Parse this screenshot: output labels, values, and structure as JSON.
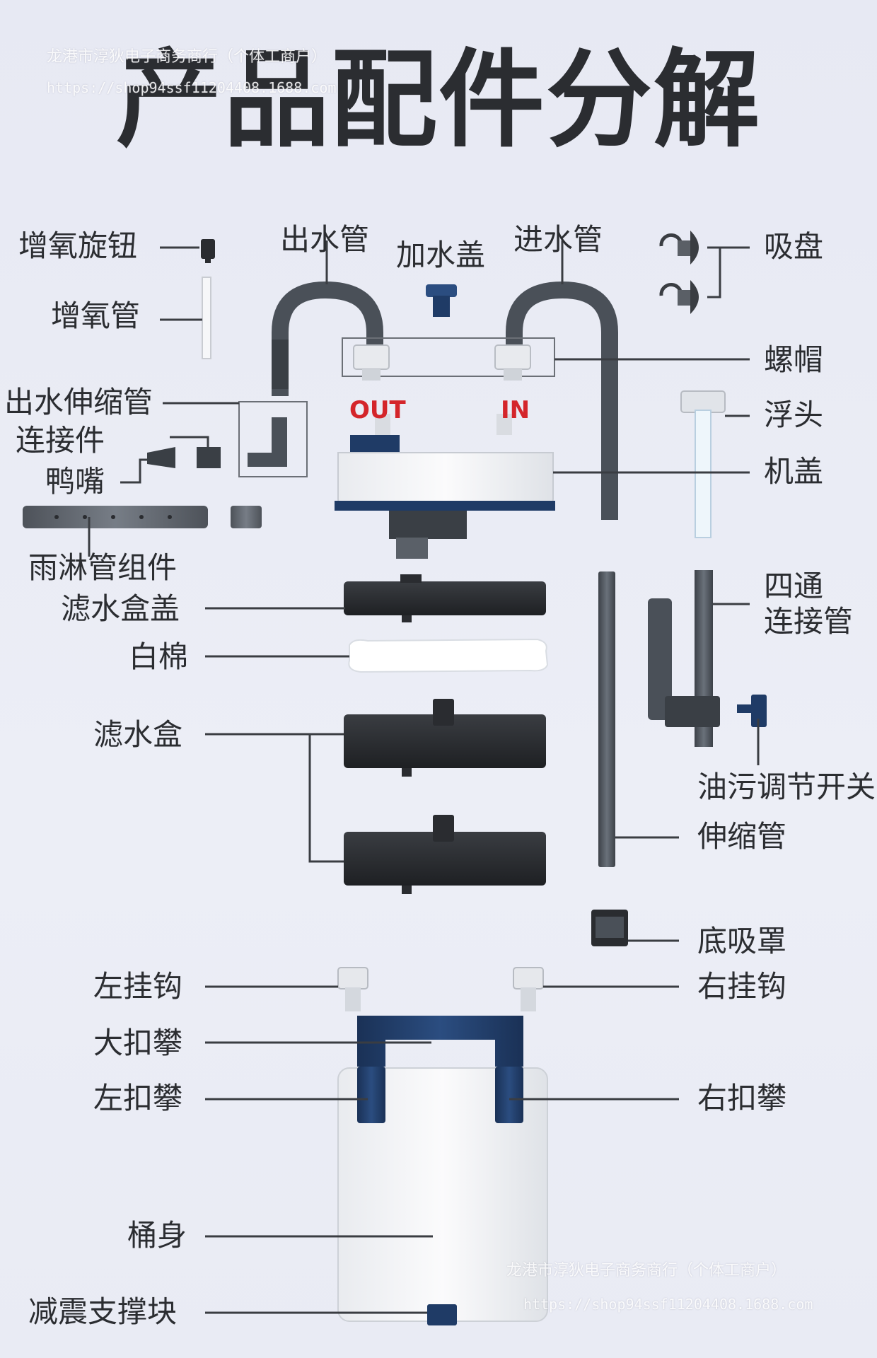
{
  "title": "产品配件分解",
  "watermark": {
    "shop": "龙港市淳狄电子商务商行（个体工商户）",
    "url": "https://shop94ssf11204408.1688.com"
  },
  "port_labels": {
    "out": "OUT",
    "in": "IN"
  },
  "parts": {
    "aeration_knob": "增氧旋钮",
    "aeration_tube": "增氧管",
    "outlet_pipe": "出水管",
    "filler_cap": "加水盖",
    "inlet_pipe": "进水管",
    "suction_cup": "吸盘",
    "nut_cap": "螺帽",
    "outlet_extension": "出水伸缩管",
    "connector": "连接件",
    "duckbill": "鸭嘴",
    "float_head": "浮头",
    "motor_cover": "机盖",
    "spray_bar_kit": "雨淋管组件",
    "filter_box_lid": "滤水盒盖",
    "white_cotton": "白棉",
    "filter_box": "滤水盒",
    "four_way_connector_line1": "四通",
    "four_way_connector_line2": "连接管",
    "oil_skimmer_switch": "油污调节开关",
    "telescopic_tube": "伸缩管",
    "bottom_strainer": "底吸罩",
    "left_hook": "左挂钩",
    "right_hook": "右挂钩",
    "large_clip": "大扣攀",
    "left_clip": "左扣攀",
    "right_clip": "右扣攀",
    "bucket_body": "桶身",
    "shock_pad": "减震支撑块"
  },
  "colors": {
    "navy": "#1f3b66",
    "dark_box": "#2a2c30",
    "grey_pipe": "#4a5058",
    "text": "#2b2d31",
    "port_red": "#d4252a",
    "body_white": "#f4f5f7"
  }
}
